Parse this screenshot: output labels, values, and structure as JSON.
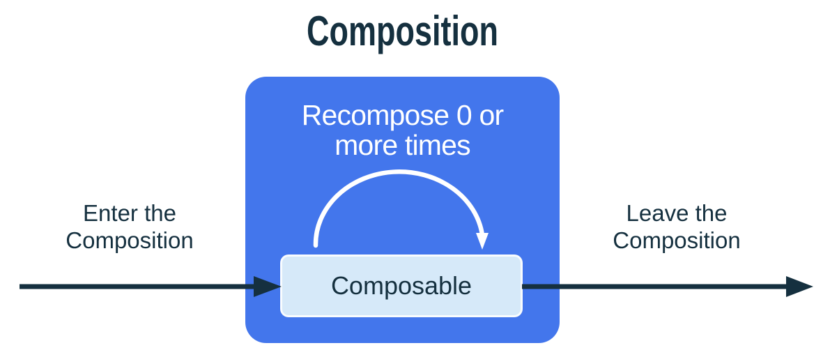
{
  "title": "Composition",
  "colors": {
    "background": "#FFFFFF",
    "composition_box_blue": "#4376EC",
    "composable_box_light_blue": "#D6E9F9",
    "dark_navy": "#15303F",
    "white": "#FFFFFF"
  },
  "composition_box": {
    "recompose_line1": "Recompose 0 or",
    "recompose_line2": "more times",
    "composable_label": "Composable"
  },
  "enter_label": {
    "line1": "Enter the",
    "line2": "Composition"
  },
  "leave_label": {
    "line1": "Leave the",
    "line2": "Composition"
  }
}
